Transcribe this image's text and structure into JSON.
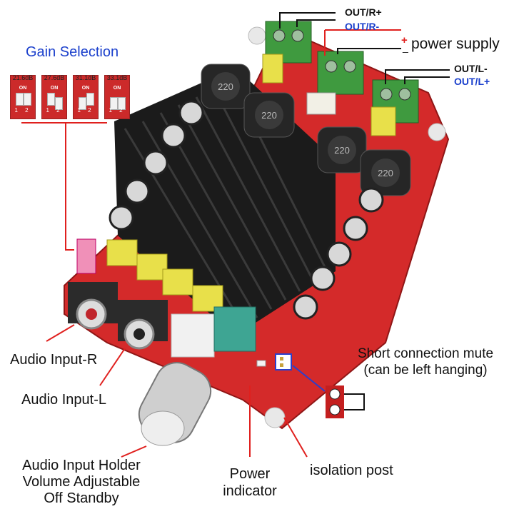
{
  "gain": {
    "title": "Gain Selection",
    "options": [
      {
        "value": "21.6dB",
        "on": "ON",
        "nums": "1 2"
      },
      {
        "value": "27.6dB",
        "on": "ON",
        "nums": "1 2"
      },
      {
        "value": "31.1dB",
        "on": "ON",
        "nums": "1 2"
      },
      {
        "value": "33.1dB",
        "on": "ON",
        "nums": "1 2"
      }
    ]
  },
  "outputs": {
    "r_plus": "OUT/R+",
    "r_minus": "OUT/R-",
    "l_minus": "OUT/L-",
    "l_plus": "OUT/L+"
  },
  "power": {
    "plus": "+",
    "minus": "_",
    "label": "power supply"
  },
  "inputs": {
    "right": "Audio Input-R",
    "left": "Audio Input-L",
    "holder": [
      "Audio Input Holder",
      "Volume Adjustable",
      "Off Standby"
    ]
  },
  "indicator": [
    "Power",
    "indicator"
  ],
  "isolation": "isolation post",
  "mute": [
    "Short connection mute",
    "(can be left hanging)"
  ],
  "components": {
    "inductor_mark": "220"
  },
  "colors": {
    "board": "#d42a2a",
    "heatsink": "#1b1b1b",
    "terminal": "#3f9a3f",
    "capacitor": "#e8e04a",
    "annotation_line": "#e0201e",
    "label_blue": "#1a3fcc"
  }
}
